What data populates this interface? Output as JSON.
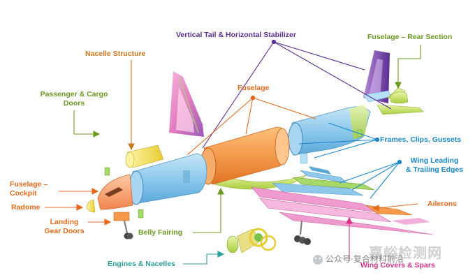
{
  "labels": {
    "vertical_tail": "Vertical Tail & Horizontal Stabilizer",
    "fuselage_rear": "Fuselage – Rear Section",
    "nacelle_structure": "Nacelle Structure",
    "passenger_cargo_doors_line1": "Passenger & Cargo",
    "passenger_cargo_doors_line2": "Doors",
    "fuselage": "Fuselage",
    "frames_clips_gussets": "Frames, Clips, Gussets",
    "wing_leading_line1": "Wing Leading",
    "wing_leading_line2": "& Trailing Edges",
    "fuselage_cockpit_line1": "Fuselage –",
    "fuselage_cockpit_line2": "Cockpit",
    "radome": "Radome",
    "landing_gear_line1": "Landing",
    "landing_gear_line2": "Gear Doors",
    "ailerons": "Ailerons",
    "belly_fairing": "Belly Fairing",
    "engines_nacelles": "Engines & Nacelles",
    "wing_covers_spars": "Wing Covers & Spars"
  },
  "watermark": {
    "account_text": "公众号·复合材料前沿",
    "brand_text": "嘉峪检测网"
  },
  "colors": {
    "purple_label": "#5b2d91",
    "green_label": "#6a9a1f",
    "orange_label": "#e56a1c",
    "blue_label": "#1a88c9",
    "gold_label": "#c9771e",
    "fuselage_blue": "#8ec9ec",
    "fuselage_orange": "#f39a4d",
    "lime": "#cde667",
    "pink": "#ef9bd0",
    "yellow": "#f4e04d"
  }
}
